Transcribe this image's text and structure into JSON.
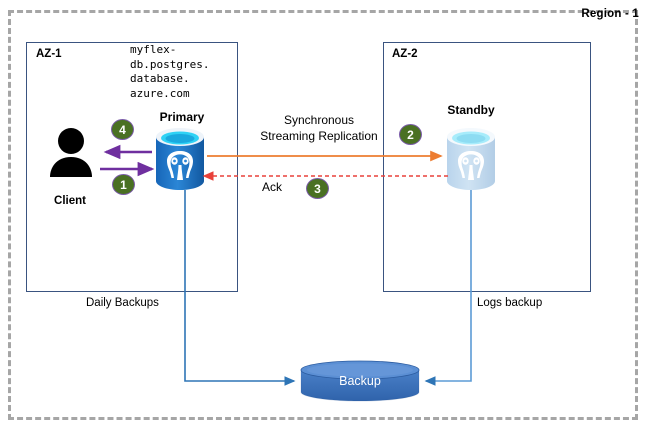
{
  "region": {
    "label": "Region - 1"
  },
  "zones": [
    {
      "id": "az1",
      "label": "AZ-1"
    },
    {
      "id": "az2",
      "label": "AZ-2"
    }
  ],
  "endpoint": {
    "fqdn": "myflex-\ndb.postgres.\ndatabase.\nazure.com"
  },
  "nodes": {
    "client": {
      "label": "Client",
      "icon": "user-icon"
    },
    "primary": {
      "label": "Primary",
      "icon": "postgres-database-icon"
    },
    "standby": {
      "label": "Standby",
      "icon": "postgres-database-icon-faded"
    },
    "backup": {
      "label": "Backup",
      "icon": "storage-cylinder-icon"
    }
  },
  "flows": {
    "replication_label": "Synchronous\nStreaming Replication",
    "ack_label": "Ack",
    "daily_backups_label": "Daily Backups",
    "logs_backup_label": "Logs backup"
  },
  "steps": [
    {
      "n": "1",
      "meaning": "client-write-to-primary"
    },
    {
      "n": "2",
      "meaning": "primary-replicates-to-standby"
    },
    {
      "n": "3",
      "meaning": "standby-acknowledges"
    },
    {
      "n": "4",
      "meaning": "primary-responds-to-client"
    }
  ],
  "colors": {
    "region_border": "#a6a6a6",
    "az_border": "#3a5480",
    "step_badge_fill": "#4a7023",
    "step_badge_ring": "#7a5ba8",
    "client_arrow": "#6f2f9f",
    "replication_arrow": "#ed7d31",
    "ack_arrow": "#e8413a",
    "backup_line": "#2e75b6",
    "backup_cylinder": "#3b6fb6",
    "db_blue": "#1f72c4",
    "db_top_cyan": "#2fd2f5"
  }
}
